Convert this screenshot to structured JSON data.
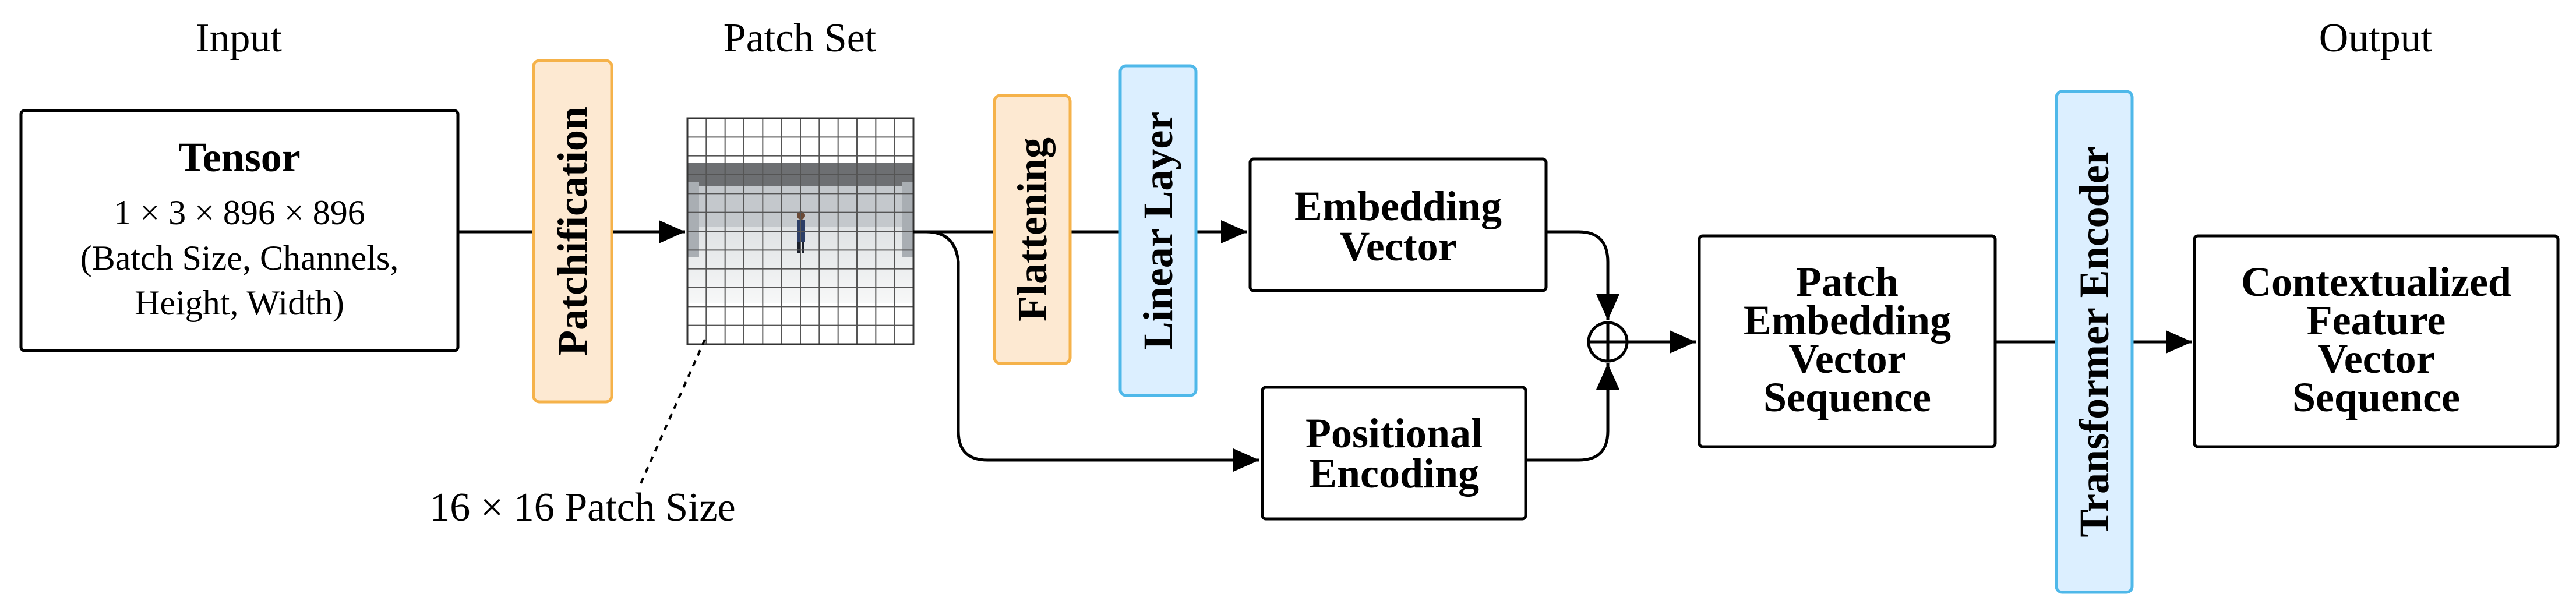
{
  "headings": {
    "input": "Input",
    "patch_set": "Patch Set",
    "output": "Output"
  },
  "tensor": {
    "title": "Tensor",
    "dims": "1 × 3 × 896 × 896",
    "desc_line1": "(Batch Size, Channels,",
    "desc_line2": "Height, Width)"
  },
  "stages": {
    "patchification": "Patchification",
    "flattening": "Flattening",
    "linear_layer": "Linear Layer",
    "transformer_encoder": "Transformer Encoder"
  },
  "embedding_vector": {
    "line1": "Embedding",
    "line2": "Vector"
  },
  "positional_encoding": {
    "line1": "Positional",
    "line2": "Encoding"
  },
  "patch_embedding": {
    "line1": "Patch",
    "line2": "Embedding",
    "line3": "Vector",
    "line4": "Sequence"
  },
  "contextualized": {
    "line1": "Contextualized",
    "line2": "Feature",
    "line3": "Vector",
    "line4": "Sequence"
  },
  "patch_size_label": "16 × 16 Patch Size",
  "colors": {
    "orange_fill": "#fde9d2",
    "orange_stroke": "#f5b24a",
    "blue_fill": "#dcefff",
    "blue_stroke": "#4fb8e9"
  }
}
